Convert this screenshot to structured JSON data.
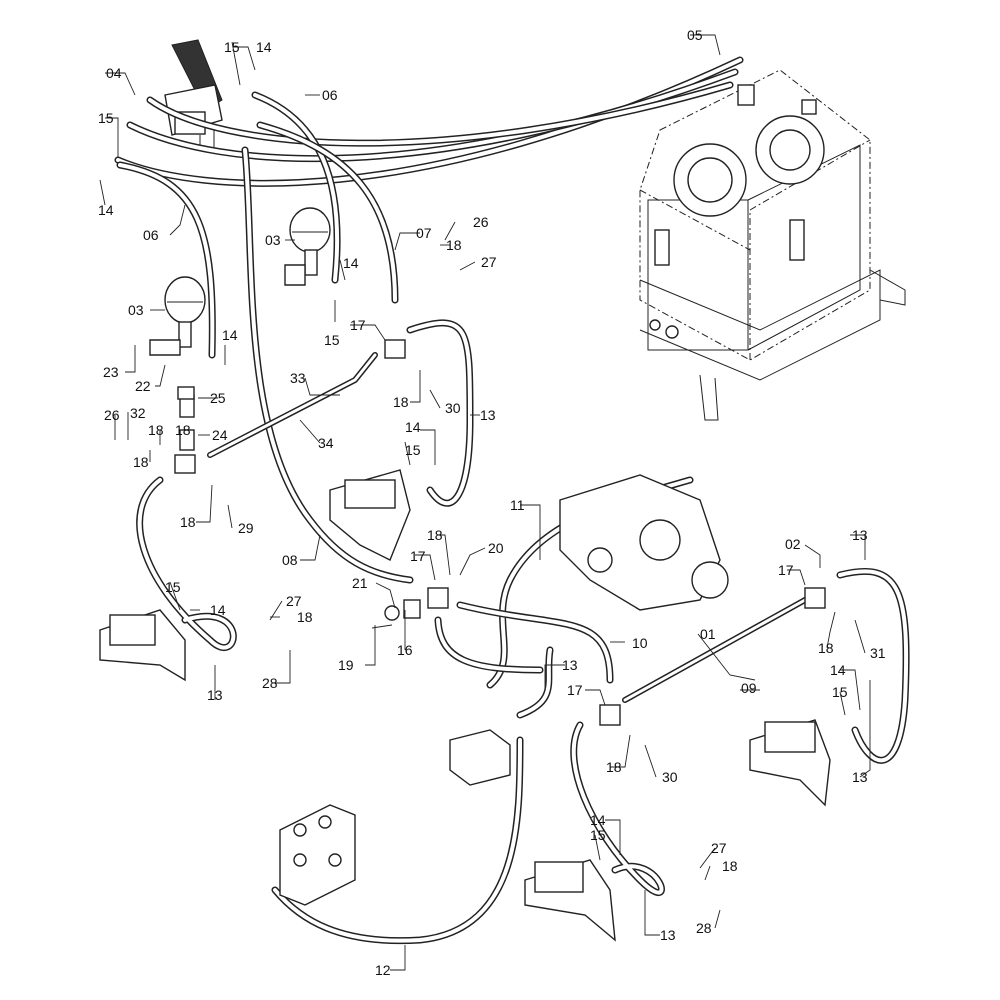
{
  "callouts": [
    {
      "id": "c01",
      "text": "01"
    },
    {
      "id": "c02",
      "text": "02"
    },
    {
      "id": "c03a",
      "text": "03"
    },
    {
      "id": "c03b",
      "text": "03"
    },
    {
      "id": "c04",
      "text": "04"
    },
    {
      "id": "c05",
      "text": "05"
    },
    {
      "id": "c06a",
      "text": "06"
    },
    {
      "id": "c06b",
      "text": "06"
    },
    {
      "id": "c07",
      "text": "07"
    },
    {
      "id": "c08",
      "text": "08"
    },
    {
      "id": "c09",
      "text": "09"
    },
    {
      "id": "c10",
      "text": "10"
    },
    {
      "id": "c11",
      "text": "11"
    },
    {
      "id": "c12",
      "text": "12"
    },
    {
      "id": "c13a",
      "text": "13"
    },
    {
      "id": "c13b",
      "text": "13"
    },
    {
      "id": "c13c",
      "text": "13"
    },
    {
      "id": "c13d",
      "text": "13"
    },
    {
      "id": "c13e",
      "text": "13"
    },
    {
      "id": "c13f",
      "text": "13"
    },
    {
      "id": "c14a",
      "text": "14"
    },
    {
      "id": "c14b",
      "text": "14"
    },
    {
      "id": "c14c",
      "text": "14"
    },
    {
      "id": "c14d",
      "text": "14"
    },
    {
      "id": "c14e",
      "text": "14"
    },
    {
      "id": "c14f",
      "text": "14"
    },
    {
      "id": "c14g",
      "text": "14"
    },
    {
      "id": "c14h",
      "text": "14"
    },
    {
      "id": "c15a",
      "text": "15"
    },
    {
      "id": "c15b",
      "text": "15"
    },
    {
      "id": "c15c",
      "text": "15"
    },
    {
      "id": "c15d",
      "text": "15"
    },
    {
      "id": "c15e",
      "text": "15"
    },
    {
      "id": "c15f",
      "text": "15"
    },
    {
      "id": "c15g",
      "text": "15"
    },
    {
      "id": "c16",
      "text": "16"
    },
    {
      "id": "c17a",
      "text": "17"
    },
    {
      "id": "c17b",
      "text": "17"
    },
    {
      "id": "c17c",
      "text": "17"
    },
    {
      "id": "c17d",
      "text": "17"
    },
    {
      "id": "c18a",
      "text": "18"
    },
    {
      "id": "c18b",
      "text": "18"
    },
    {
      "id": "c18c",
      "text": "18"
    },
    {
      "id": "c18d",
      "text": "18"
    },
    {
      "id": "c18e",
      "text": "18"
    },
    {
      "id": "c18f",
      "text": "18"
    },
    {
      "id": "c18g",
      "text": "18"
    },
    {
      "id": "c18h",
      "text": "18"
    },
    {
      "id": "c18i",
      "text": "18"
    },
    {
      "id": "c18j",
      "text": "18"
    },
    {
      "id": "c18k",
      "text": "18"
    },
    {
      "id": "c19",
      "text": "19"
    },
    {
      "id": "c20",
      "text": "20"
    },
    {
      "id": "c21",
      "text": "21"
    },
    {
      "id": "c22",
      "text": "22"
    },
    {
      "id": "c23",
      "text": "23"
    },
    {
      "id": "c24",
      "text": "24"
    },
    {
      "id": "c25",
      "text": "25"
    },
    {
      "id": "c26a",
      "text": "26"
    },
    {
      "id": "c26b",
      "text": "26"
    },
    {
      "id": "c27a",
      "text": "27"
    },
    {
      "id": "c27b",
      "text": "27"
    },
    {
      "id": "c27c",
      "text": "27"
    },
    {
      "id": "c28a",
      "text": "28"
    },
    {
      "id": "c28b",
      "text": "28"
    },
    {
      "id": "c29",
      "text": "29"
    },
    {
      "id": "c30a",
      "text": "30"
    },
    {
      "id": "c30b",
      "text": "30"
    },
    {
      "id": "c31",
      "text": "31"
    },
    {
      "id": "c32",
      "text": "32"
    },
    {
      "id": "c33",
      "text": "33"
    },
    {
      "id": "c34",
      "text": "34"
    }
  ]
}
